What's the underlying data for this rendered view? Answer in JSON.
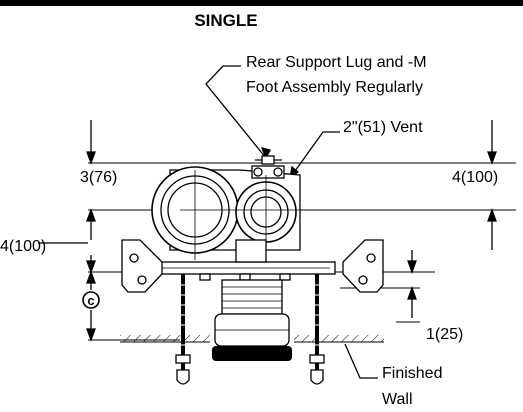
{
  "title": "SINGLE",
  "labels": {
    "rear_support_line1": "Rear Support Lug and -M",
    "rear_support_line2": "Foot Assembly Regularly",
    "vent": "2\"(51) Vent",
    "dim_left_top": "3(76)",
    "dim_left_mid": "4(100)",
    "dim_right": "4(100)",
    "dim_c": "c",
    "dim_bottom": "1(25)",
    "finished_line1": "Finished",
    "finished_line2": "Wall"
  },
  "colors": {
    "ink": "#000000",
    "paper": "#ffffff",
    "band": "#000000"
  }
}
